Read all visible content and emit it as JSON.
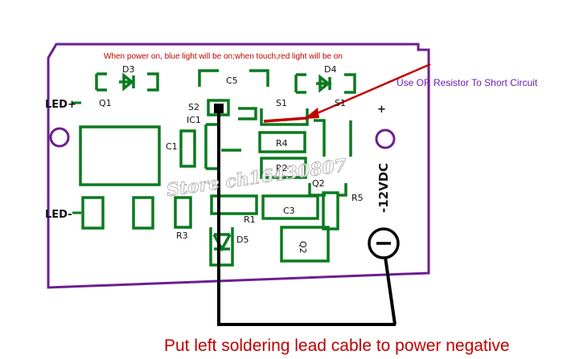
{
  "notes": {
    "top": "When power on, blue light will be on;when touch,red light will be on",
    "resistor": "Use OR Resistor To Short Circuit",
    "bottom": "Put left soldering lead cable to power negative"
  },
  "labels": {
    "led_plus": "LED+",
    "led_minus": "LED-",
    "plus": "+",
    "voltage": "-12VDC",
    "d3": "D3",
    "q1": "Q1",
    "c5": "C5",
    "d4": "D4",
    "s2": "S2",
    "s1a": "S1",
    "s1b": "S1",
    "ic1": "IC1",
    "c1": "C1",
    "r4": "R4",
    "r2": "R2",
    "q2a": "Q2",
    "r5": "R5",
    "r1": "R1",
    "c3": "C3",
    "r3": "R3",
    "d5": "D5",
    "q2b": "Q2"
  },
  "watermark": "Store ch16430807",
  "colors": {
    "board_outline": "#6b1f8f",
    "silkscreen": "#0a7a1f",
    "annotation_red": "#c00000",
    "wire": "#000000"
  }
}
